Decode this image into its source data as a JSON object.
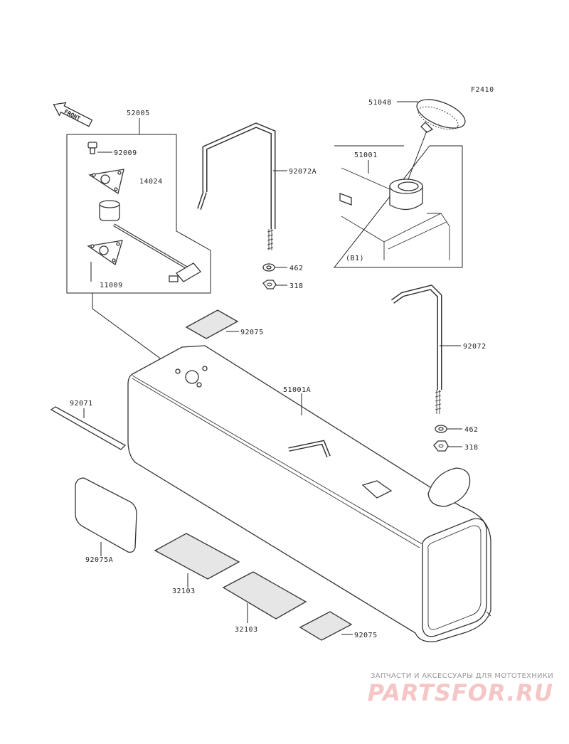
{
  "figure_id": "F2410",
  "front_label": "FRONT",
  "labels": {
    "p52005": "52005",
    "p92009": "92009",
    "p14024": "14024",
    "p11009": "11009",
    "p92072A": "92072A",
    "p462a": "462",
    "p318a": "318",
    "p51048": "51048",
    "p51001": "51001",
    "b1": "(B1)",
    "p92075a": "92075",
    "p92072": "92072",
    "p462b": "462",
    "p318b": "318",
    "p51001A": "51001A",
    "p92071": "92071",
    "p92075A": "92075A",
    "p32103a": "32103",
    "p32103b": "32103",
    "p92075b": "92075"
  },
  "watermark": {
    "top_text": "ЗАПЧАСТИ И АКСЕССУАРЫ ДЛЯ МОТОТЕХНИКИ",
    "logo_text": "PARTSFOR.RU"
  }
}
